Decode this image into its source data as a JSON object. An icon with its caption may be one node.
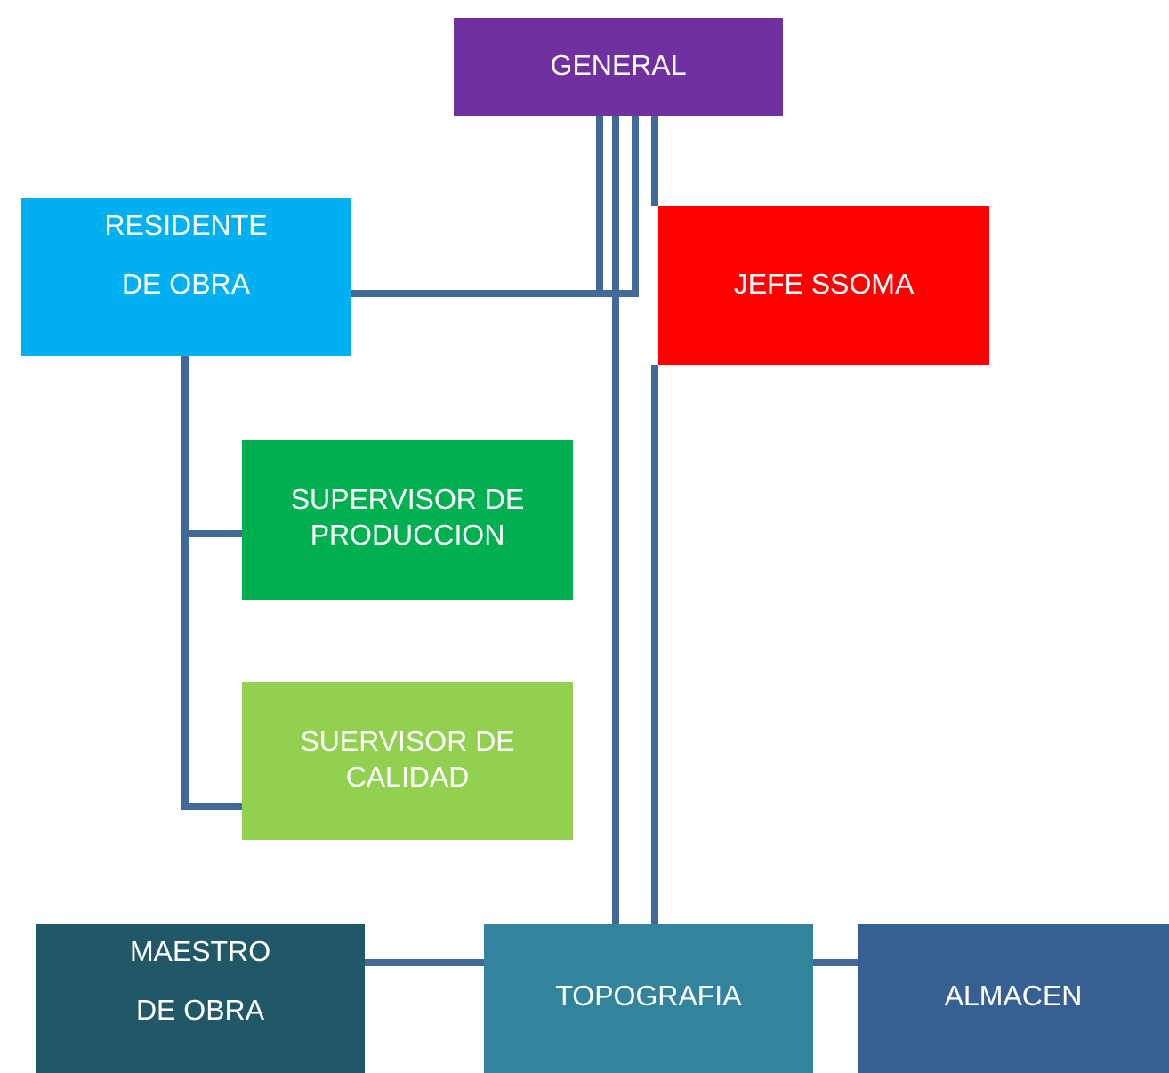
{
  "diagram": {
    "nodes": [
      {
        "text": [
          "GENERAL"
        ]
      },
      {
        "text": [
          "RESIDENTE DE OBRA"
        ]
      },
      {
        "text": [
          "JEFE SSOMA"
        ]
      },
      {
        "text": [
          "SUPERVISOR DE PRODUCCION"
        ]
      },
      {
        "text": [
          "SUERVISOR DE CALIDAD"
        ]
      },
      {
        "text": [
          "MAESTRO DE OBRA"
        ]
      },
      {
        "text": [
          "TOPOGRAFIA"
        ]
      },
      {
        "text": [
          "ALMACEN"
        ]
      }
    ],
    "edges": [
      {
        "from": 0,
        "to": 1,
        "arrow": "none"
      },
      {
        "from": 0,
        "to": 6,
        "arrow": "none"
      },
      {
        "from": 0,
        "to": 2,
        "arrow": "none"
      },
      {
        "from": 2,
        "to": 6,
        "arrow": "none"
      },
      {
        "from": 1,
        "to": 3,
        "arrow": "none"
      },
      {
        "from": 1,
        "to": 4,
        "arrow": "none"
      },
      {
        "from": 5,
        "to": 6,
        "arrow": "none"
      },
      {
        "from": 6,
        "to": 7,
        "arrow": "none"
      }
    ]
  }
}
